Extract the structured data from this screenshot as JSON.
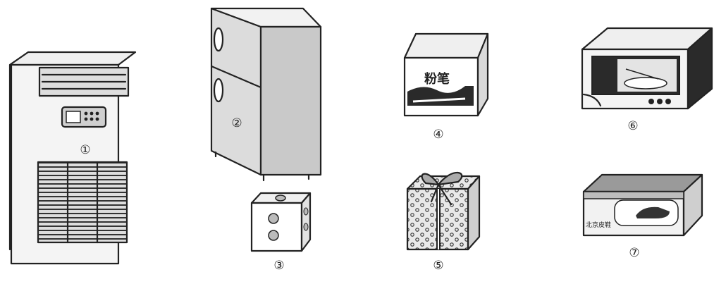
{
  "colors": {
    "ink": "#222222",
    "paper": "#ffffff",
    "light": "#e6e6e6",
    "mid": "#bdbdbd",
    "dark": "#2a2a2a"
  },
  "items": [
    {
      "id": "air-conditioner",
      "number": "①"
    },
    {
      "id": "refrigerator",
      "number": "②"
    },
    {
      "id": "dice",
      "number": "③"
    },
    {
      "id": "chalk-box",
      "number": "④",
      "box_text": "粉笔"
    },
    {
      "id": "gift-box",
      "number": "⑤"
    },
    {
      "id": "microwave-oven",
      "number": "⑥"
    },
    {
      "id": "shoe-box",
      "number": "⑦",
      "box_text": "北京皮鞋"
    }
  ]
}
